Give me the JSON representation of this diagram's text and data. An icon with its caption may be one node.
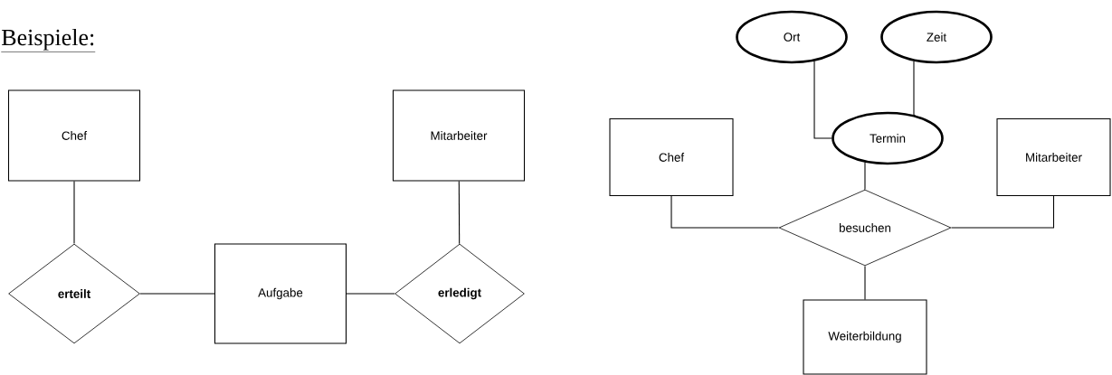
{
  "diagram": {
    "nodes": [
      {
        "text": [
          "Chef"
        ]
      },
      {
        "text": [
          "Mitarbeiter"
        ]
      },
      {
        "text": [
          "erteilt"
        ]
      },
      {
        "text": [
          "Aufgabe"
        ]
      },
      {
        "text": [
          "erledigt"
        ]
      },
      {
        "text": [
          "Ort"
        ]
      },
      {
        "text": [
          "Zeit"
        ]
      },
      {
        "text": [
          "Termin"
        ]
      },
      {
        "text": [
          "Chef"
        ]
      },
      {
        "text": [
          "Mitarbeiter"
        ]
      },
      {
        "text": [
          "besuchen"
        ]
      },
      {
        "text": [
          "Weiterbildung"
        ]
      }
    ],
    "edges": [
      {
        "from": 0,
        "to": 2,
        "arrow": "none"
      },
      {
        "from": 2,
        "to": 3,
        "arrow": "none"
      },
      {
        "from": 3,
        "to": 4,
        "arrow": "none"
      },
      {
        "from": 1,
        "to": 4,
        "arrow": "none"
      },
      {
        "from": 5,
        "to": 7,
        "arrow": "none"
      },
      {
        "from": 6,
        "to": 7,
        "arrow": "none"
      },
      {
        "from": 7,
        "to": 10,
        "arrow": "none"
      },
      {
        "from": 8,
        "to": 10,
        "arrow": "none"
      },
      {
        "from": 9,
        "to": 10,
        "arrow": "none"
      },
      {
        "from": 10,
        "to": 11,
        "arrow": "none"
      }
    ],
    "labels": [
      "Beispiele:"
    ]
  }
}
